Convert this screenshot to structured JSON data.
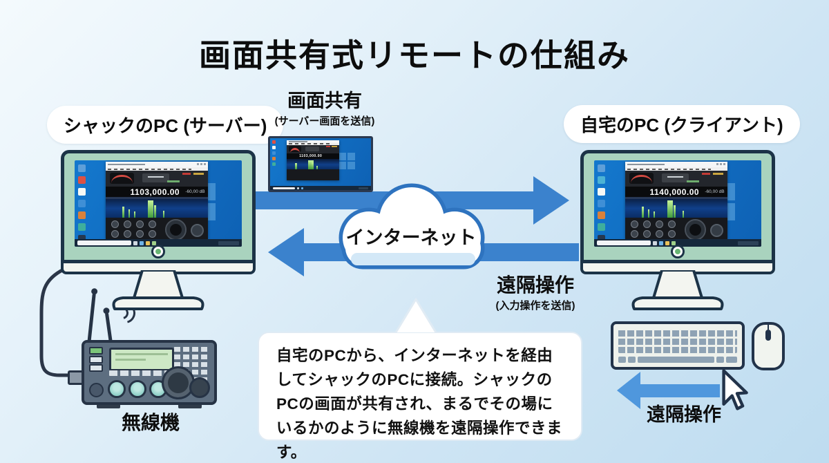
{
  "title": "画面共有式リモートの仕組み",
  "server": {
    "label": "シャックのPC (サーバー)",
    "screen": {
      "frequency": "1103,000.00",
      "level": "-60,00 dB"
    }
  },
  "client": {
    "label": "自宅のPC (クライアント)",
    "screen": {
      "frequency": "1140,000.00",
      "level": "-60,00 dB"
    }
  },
  "screen_share": {
    "title": "画面共有",
    "subtitle": "(サーバー画面を送信)"
  },
  "internet": {
    "label": "インターネット"
  },
  "remote_upper": {
    "title": "遠隔操作",
    "subtitle": "(入力操作を送信)"
  },
  "remote_lower": {
    "label": "遠隔操作"
  },
  "radio": {
    "label": "無線機"
  },
  "speech_bubble": {
    "text": "自宅のPCから、インターネットを経由してシャックのPCに接続。シャックのPCの画面が共有され、まるでその場にいるかのように無線機を遠隔操作できます。"
  },
  "icons": {
    "cloud": "internet-cloud-icon",
    "cursor": "mouse-cursor-icon",
    "wireless": "radio-wave-icon"
  },
  "colors": {
    "arrow_blue": "#3b82cd",
    "arrow_light_blue": "#4f97dd",
    "monitor_bezel_mint": "#a9d3be",
    "outline_navy": "#1c3347",
    "desktop_blue": "#1478cd",
    "cloud_stroke": "#2e73bf",
    "background_top": "#f4fafd",
    "background_bottom": "#bedcf0"
  }
}
